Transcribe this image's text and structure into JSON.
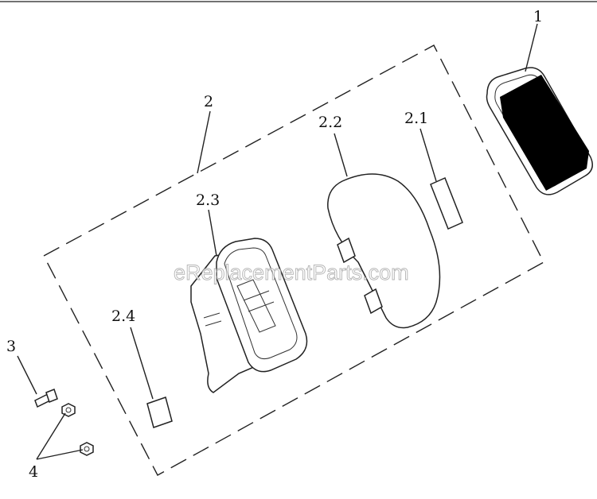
{
  "watermark": "eReplacementParts.com",
  "callouts": {
    "part_1": "1",
    "part_2": "2",
    "part_2_1": "2.1",
    "part_2_2": "2.2",
    "part_2_3": "2.3",
    "part_2_4": "2.4",
    "part_3": "3",
    "part_4": "4"
  }
}
